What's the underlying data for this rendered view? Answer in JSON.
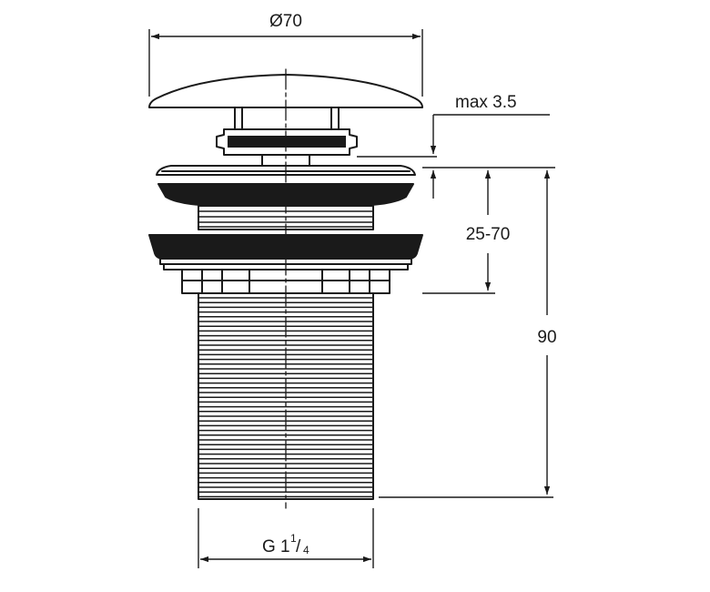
{
  "dimensions": {
    "diameter": "Ø70",
    "max_gap": "max 3.5",
    "thickness_range": "25-70",
    "total_height": "90",
    "thread_main": "G 1",
    "thread_num": "1",
    "thread_slash": "/",
    "thread_den": "4"
  },
  "colors": {
    "stroke": "#1a1a1a",
    "fill_dark": "#1a1a1a",
    "background": "#ffffff"
  }
}
